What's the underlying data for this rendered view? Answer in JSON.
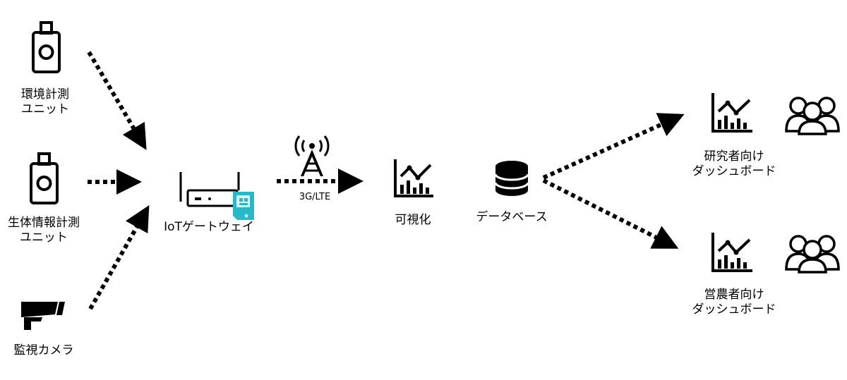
{
  "nodes": {
    "env_unit": {
      "line1": "環境計測",
      "line2": "ユニット"
    },
    "bio_unit": {
      "line1": "生体情報計測",
      "line2": "ユニット"
    },
    "camera": {
      "label": "監視カメラ"
    },
    "gateway": {
      "label": "IoTゲートウェイ"
    },
    "tower": {
      "label": "3G/LTE"
    },
    "visual": {
      "label": "可視化"
    },
    "database": {
      "label": "データベース"
    },
    "researcher_dash": {
      "line1": "研究者向け",
      "line2": "ダッシュボード"
    },
    "farmer_dash": {
      "line1": "営農者向け",
      "line2": "ダッシュボード"
    }
  },
  "colors": {
    "stroke": "#000000",
    "sim_card": "#29b8c8"
  },
  "icons": {
    "env_unit": "sensor-unit-icon",
    "bio_unit": "sensor-unit-icon",
    "camera": "security-camera-icon",
    "gateway": "router-icon",
    "sim": "sim-card-icon",
    "tower": "cell-tower-icon",
    "visual": "chart-icon",
    "database": "database-icon",
    "dashboard": "chart-icon",
    "users": "user-group-icon"
  }
}
